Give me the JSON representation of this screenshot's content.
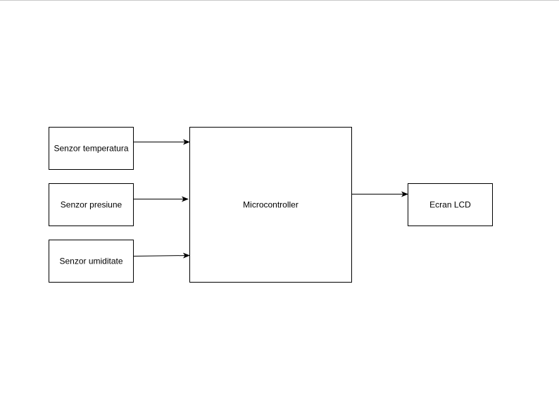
{
  "diagram": {
    "nodes": {
      "temperature": {
        "label": "Senzor temperatura"
      },
      "pressure": {
        "label": "Senzor presiune"
      },
      "humidity": {
        "label": "Senzor umiditate"
      },
      "micro": {
        "label": "Microcontroller"
      },
      "lcd": {
        "label": "Ecran LCD"
      }
    },
    "edges": [
      {
        "from": "Senzor temperatura",
        "to": "Microcontroller"
      },
      {
        "from": "Senzor presiune",
        "to": "Microcontroller"
      },
      {
        "from": "Senzor umiditate",
        "to": "Microcontroller"
      },
      {
        "from": "Microcontroller",
        "to": "Ecran LCD"
      }
    ],
    "colors": {
      "stroke": "#000000",
      "fill": "#ffffff",
      "text": "#000000"
    }
  }
}
